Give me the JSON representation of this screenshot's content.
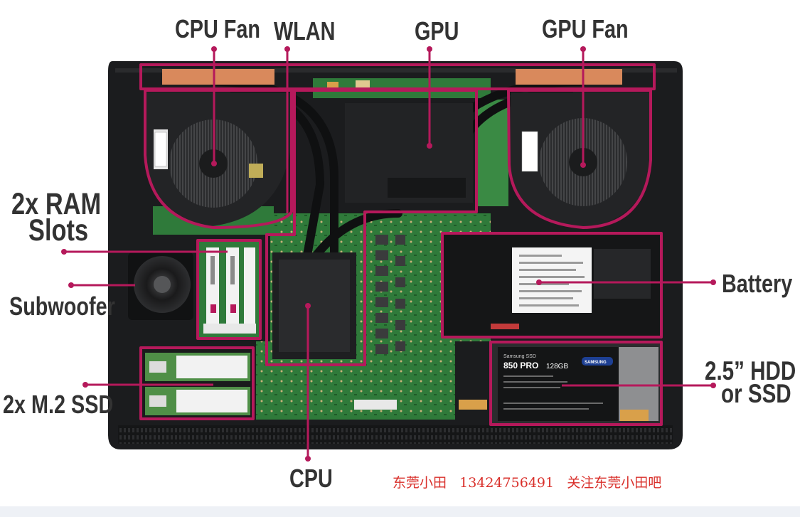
{
  "labels": {
    "cpu_fan": "CPU Fan",
    "wlan": "WLAN",
    "gpu": "GPU",
    "gpu_fan": "GPU Fan",
    "ram_slots_line1": "2x RAM",
    "ram_slots_line2": "Slots",
    "subwoofer": "Subwoofer",
    "m2_ssd": "2x M.2 SSD",
    "cpu": "CPU",
    "battery": "Battery",
    "hdd_line1": "2.5” HDD",
    "hdd_line2": "or SSD"
  },
  "watermark": "东莞小田   13424756491   关注东莞小田吧",
  "component_text": {
    "ssd_brand": "SAMSUNG",
    "ssd_model": "850 PRO",
    "ssd_capacity": "128GB",
    "ssd_type": "Samsung SSD"
  },
  "colors": {
    "highlight": "#b5195b",
    "label_text": "#333333",
    "watermark": "#d9302b",
    "chassis": "#1b1c1e",
    "pcb": "#2f7a3a"
  }
}
